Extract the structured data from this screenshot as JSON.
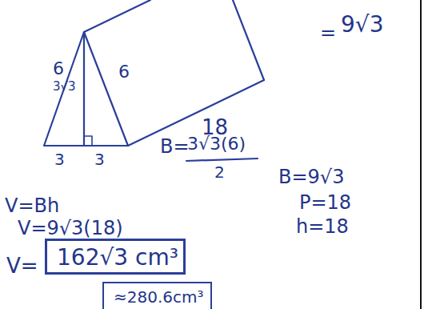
{
  "diagram": {
    "nodes": [
      {
        "text": [
          "162√3 cm³"
        ]
      },
      {
        "text": [
          "≈280.6cm³"
        ]
      }
    ],
    "labels": [
      "6",
      "6",
      "3√3",
      "3",
      "3",
      "18",
      "B=",
      "3√3(6)",
      "2",
      "=",
      "9√3",
      "B=9√3",
      "P=18",
      "h=18",
      "V=Bh",
      "V=9√3(18)",
      "V="
    ]
  }
}
